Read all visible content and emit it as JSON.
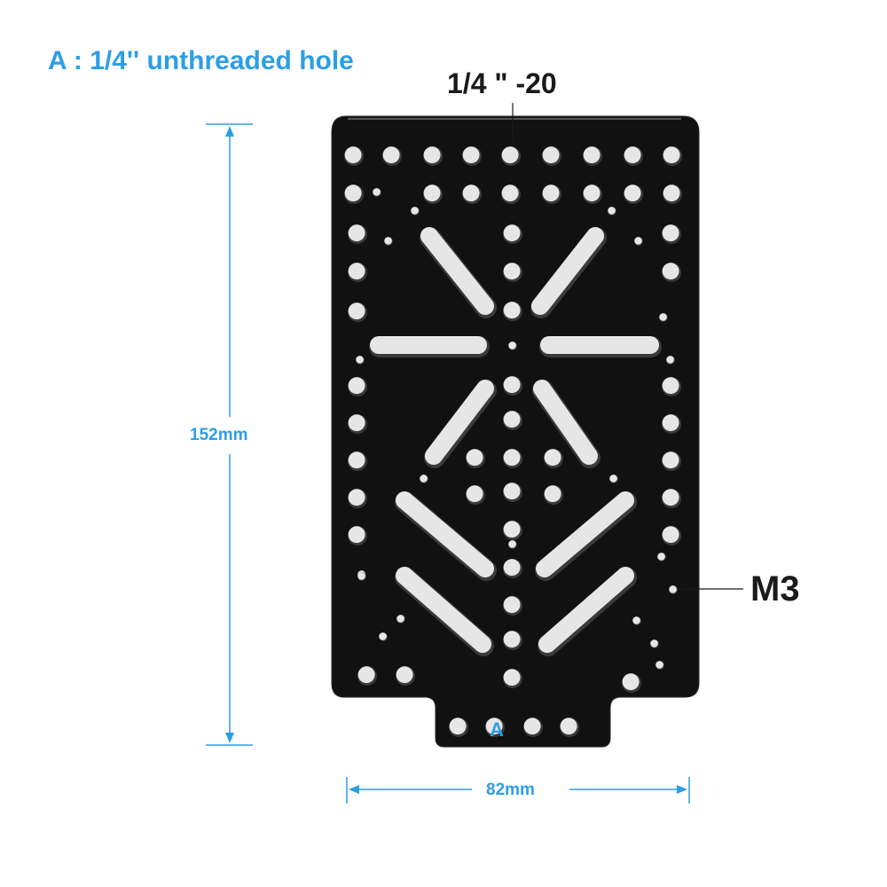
{
  "title": "A : 1/4'' unthreaded hole",
  "callouts": {
    "thread_spec": "1/4 \" -20",
    "m3_label": "M3",
    "hole_marker": "A"
  },
  "dimensions": {
    "height": "152mm",
    "width": "82mm"
  },
  "colors": {
    "accent": "#2d9ee6",
    "plate": "#111111",
    "hole_highlight": "#e6e6e6",
    "label_dark": "#1a1a1a"
  }
}
